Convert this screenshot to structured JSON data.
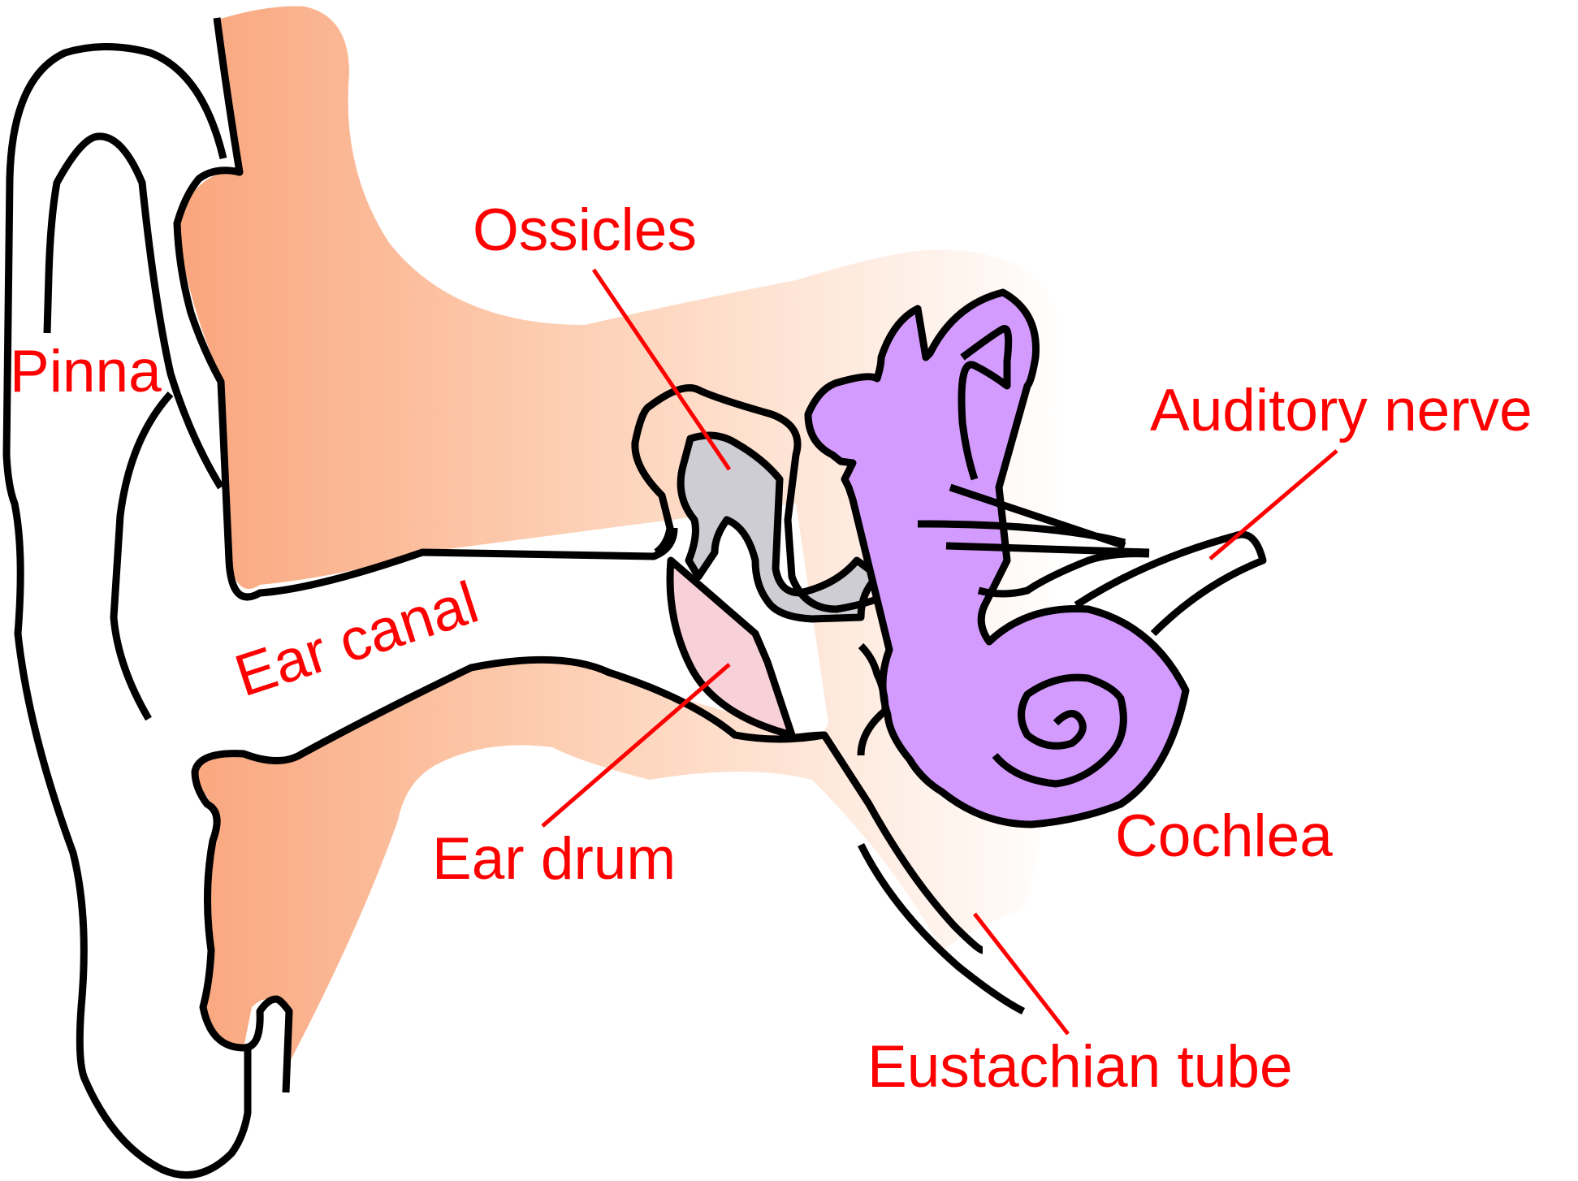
{
  "labels": {
    "pinna": "Pinna",
    "ear_canal": "Ear canal",
    "ossicles": "Ossicles",
    "ear_drum": "Ear drum",
    "auditory_nerve": "Auditory nerve",
    "cochlea": "Cochlea",
    "eustachian_tube": "Eustachian tube"
  },
  "colors": {
    "label": "#ff0000",
    "skin_dark": "#f9a57c",
    "skin_light": "#fde8dc",
    "bone": "#cdcdd3",
    "ear_drum": "#f8d0d8",
    "cochlea": "#d49bff",
    "outline": "#000000"
  }
}
